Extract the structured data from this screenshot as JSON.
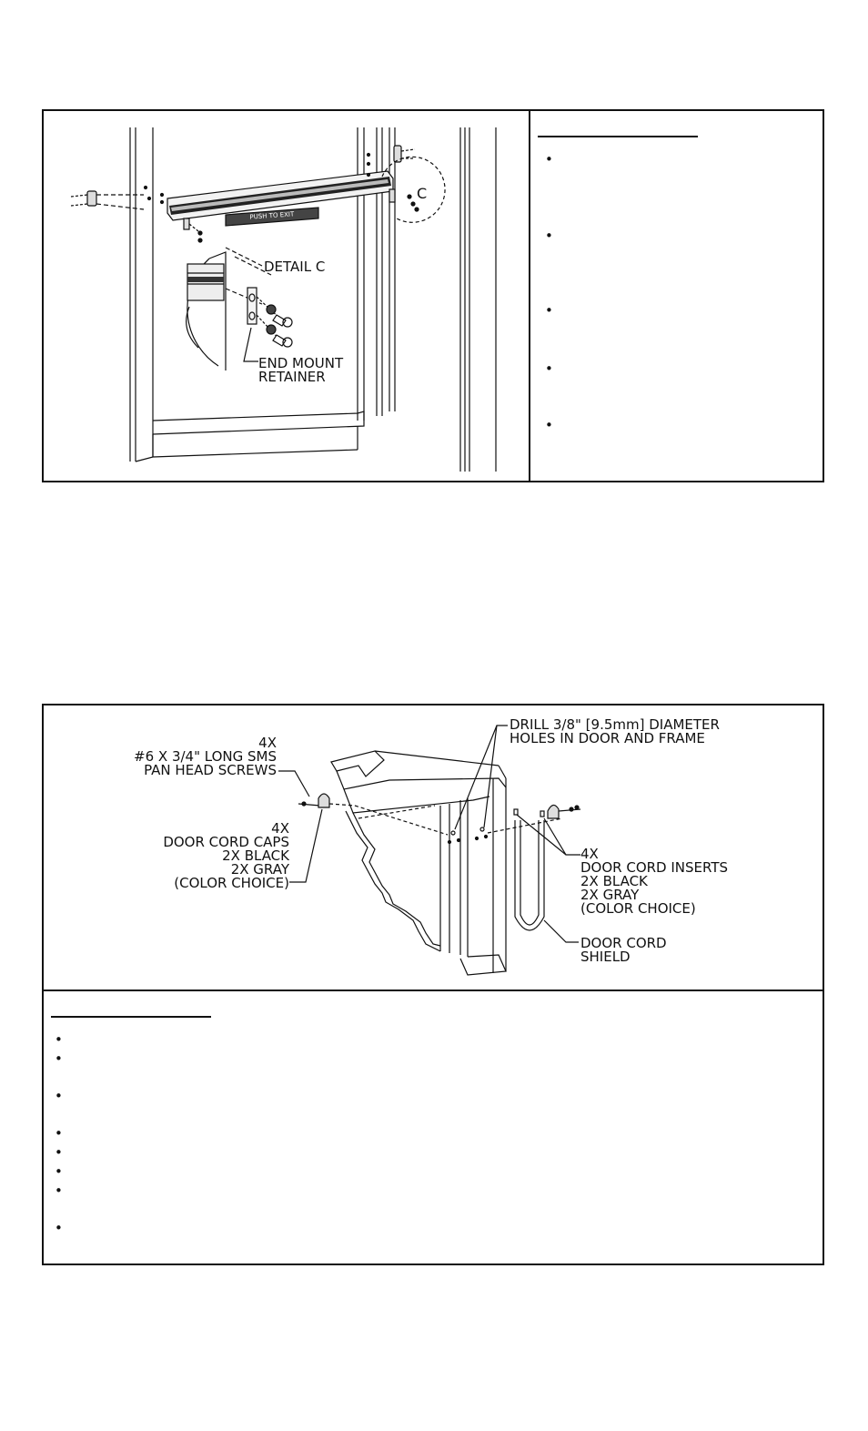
{
  "figure_top": {
    "callout_letter": "C",
    "bar_label": "PUSH TO EXIT",
    "detail_title": "DETAIL C",
    "retainer_label": [
      "END MOUNT",
      "RETAINER"
    ],
    "bullet_char": "•"
  },
  "figure_bottom": {
    "screws_label": [
      "4X",
      "#6 X 3/4\" LONG SMS",
      "PAN HEAD SCREWS"
    ],
    "caps_label": [
      "4X",
      "DOOR CORD CAPS",
      "2X BLACK",
      "2X GRAY",
      "(COLOR CHOICE)"
    ],
    "drill_label": [
      "DRILL 3/8\" [9.5mm] DIAMETER",
      "HOLES IN DOOR AND FRAME"
    ],
    "inserts_label": [
      "4X",
      "DOOR CORD INSERTS",
      "2X BLACK",
      "2X GRAY",
      "(COLOR CHOICE)"
    ],
    "shield_label": [
      "DOOR CORD",
      "SHIELD"
    ],
    "bullet_char": "•"
  }
}
